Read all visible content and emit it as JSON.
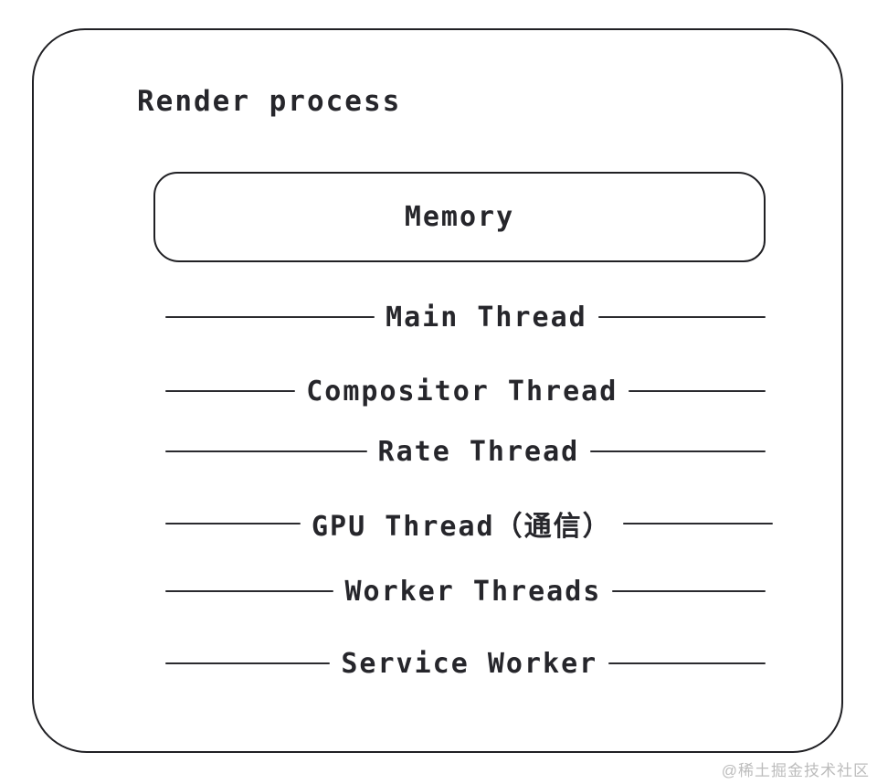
{
  "diagram": {
    "title": "Render process",
    "memory": {
      "label": "Memory"
    },
    "threads": [
      {
        "label": "Main Thread"
      },
      {
        "label": "Compositor Thread"
      },
      {
        "label": "Rate Thread"
      },
      {
        "label": "GPU Thread（通信）"
      },
      {
        "label": "Worker Threads"
      },
      {
        "label": "Service Worker"
      }
    ],
    "colors": {
      "stroke": "#202024",
      "text": "#26262b",
      "background": "#ffffff",
      "watermark": "#bcbcbc"
    }
  },
  "watermark": {
    "label": "@稀土掘金技术社区"
  }
}
